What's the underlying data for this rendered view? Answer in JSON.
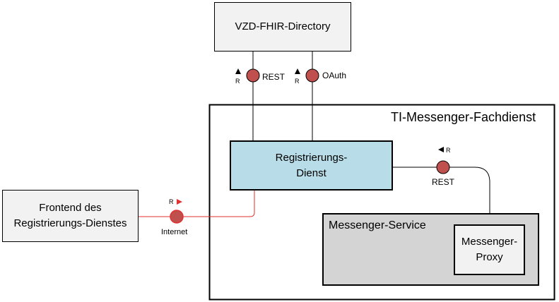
{
  "nodes": {
    "vzd": "VZD-FHIR-Directory",
    "fachdienst": "TI-Messenger-Fachdienst",
    "registrierung_line1": "Registrierungs-",
    "registrierung_line2": "Dienst",
    "frontend_line1": "Frontend des",
    "frontend_line2": "Registrierungs-Dienstes",
    "messenger_service": "Messenger-Service",
    "proxy_line1": "Messenger-",
    "proxy_line2": "Proxy"
  },
  "interfaces": {
    "rest_vzd": "REST",
    "oauth_vzd": "OAuth",
    "rest_proxy": "REST",
    "internet": "Internet",
    "r": "R"
  },
  "colors": {
    "registrierung_fill": "#b8dde8",
    "node_fill": "#f2f2f2",
    "service_fill": "#d4d4d4",
    "interface_fill": "#c0504d",
    "internet_line": "#e03030"
  }
}
